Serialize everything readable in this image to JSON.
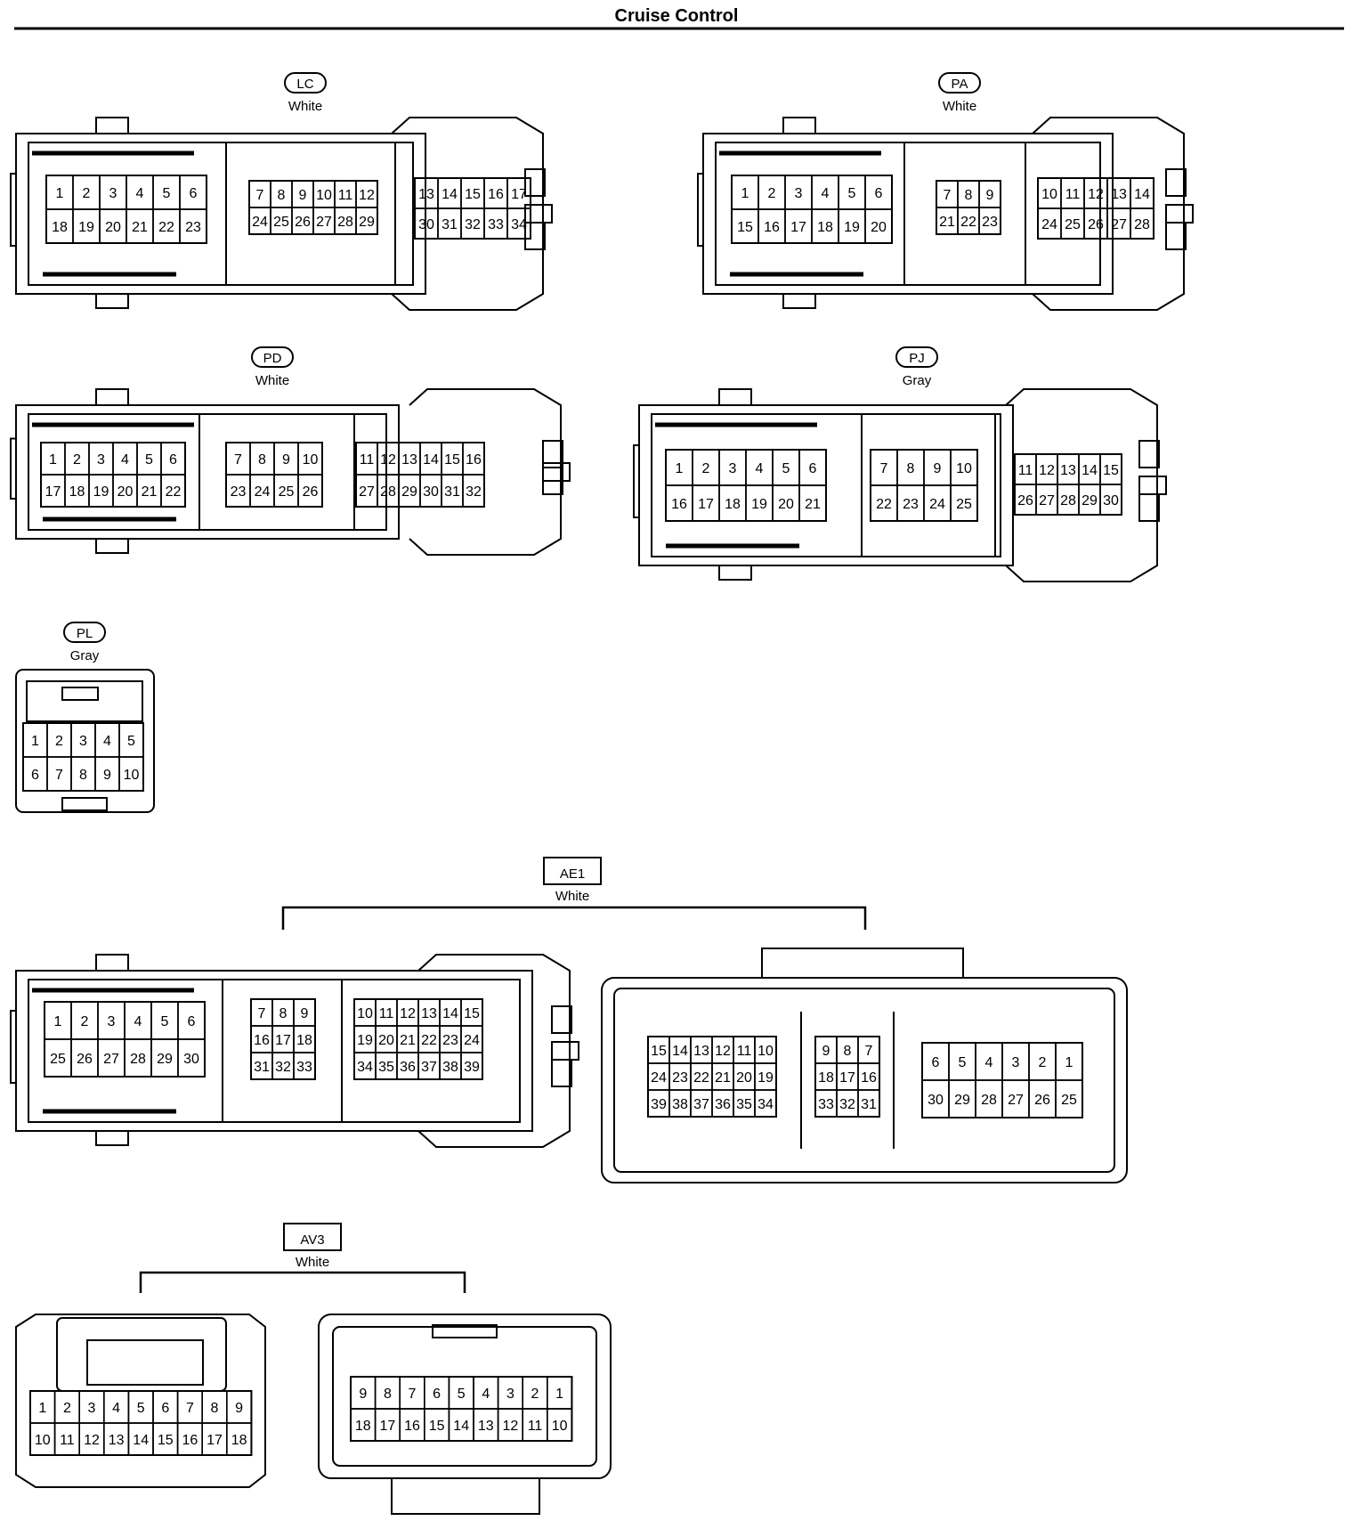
{
  "title": "Cruise Control",
  "connectors": [
    {
      "id": "LC",
      "kind": "oval",
      "color": "White",
      "sections": [
        {
          "rows": [
            [
              "1",
              "2",
              "3",
              "4",
              "5",
              "6"
            ],
            [
              "18",
              "19",
              "20",
              "21",
              "22",
              "23"
            ]
          ]
        },
        {
          "rows": [
            [
              "7",
              "8",
              "9",
              "10",
              "11",
              "12"
            ],
            [
              "24",
              "25",
              "26",
              "27",
              "28",
              "29"
            ]
          ]
        },
        {
          "rows": [
            [
              "13",
              "14",
              "15",
              "16",
              "17"
            ],
            [
              "30",
              "31",
              "32",
              "33",
              "34"
            ]
          ]
        }
      ]
    },
    {
      "id": "PA",
      "kind": "oval",
      "color": "White",
      "sections": [
        {
          "rows": [
            [
              "1",
              "2",
              "3",
              "4",
              "5",
              "6"
            ],
            [
              "15",
              "16",
              "17",
              "18",
              "19",
              "20"
            ]
          ]
        },
        {
          "rows": [
            [
              "7",
              "8",
              "9"
            ],
            [
              "21",
              "22",
              "23"
            ]
          ]
        },
        {
          "rows": [
            [
              "10",
              "11",
              "12",
              "13",
              "14"
            ],
            [
              "24",
              "25",
              "26",
              "27",
              "28"
            ]
          ]
        }
      ]
    },
    {
      "id": "PD",
      "kind": "oval",
      "color": "White",
      "sections": [
        {
          "rows": [
            [
              "1",
              "2",
              "3",
              "4",
              "5",
              "6"
            ],
            [
              "17",
              "18",
              "19",
              "20",
              "21",
              "22"
            ]
          ]
        },
        {
          "rows": [
            [
              "7",
              "8",
              "9",
              "10"
            ],
            [
              "23",
              "24",
              "25",
              "26"
            ]
          ]
        },
        {
          "rows": [
            [
              "11",
              "12",
              "13",
              "14",
              "15",
              "16"
            ],
            [
              "27",
              "28",
              "29",
              "30",
              "31",
              "32"
            ]
          ]
        }
      ]
    },
    {
      "id": "PJ",
      "kind": "oval",
      "color": "Gray",
      "sections": [
        {
          "rows": [
            [
              "1",
              "2",
              "3",
              "4",
              "5",
              "6"
            ],
            [
              "16",
              "17",
              "18",
              "19",
              "20",
              "21"
            ]
          ]
        },
        {
          "rows": [
            [
              "7",
              "8",
              "9",
              "10"
            ],
            [
              "22",
              "23",
              "24",
              "25"
            ]
          ]
        },
        {
          "rows": [
            [
              "11",
              "12",
              "13",
              "14",
              "15"
            ],
            [
              "26",
              "27",
              "28",
              "29",
              "30"
            ]
          ]
        }
      ]
    },
    {
      "id": "PL",
      "kind": "oval",
      "color": "Gray",
      "sections": [
        {
          "rows": [
            [
              "1",
              "2",
              "3",
              "4",
              "5"
            ],
            [
              "6",
              "7",
              "8",
              "9",
              "10"
            ]
          ]
        }
      ]
    },
    {
      "id": "AE1",
      "kind": "box",
      "color": "White",
      "sections": [
        {
          "rows": [
            [
              "1",
              "2",
              "3",
              "4",
              "5",
              "6"
            ],
            [
              "25",
              "26",
              "27",
              "28",
              "29",
              "30"
            ]
          ]
        },
        {
          "rows": [
            [
              "7",
              "8",
              "9"
            ],
            [
              "16",
              "17",
              "18"
            ],
            [
              "31",
              "32",
              "33"
            ]
          ]
        },
        {
          "rows": [
            [
              "10",
              "11",
              "12",
              "13",
              "14",
              "15"
            ],
            [
              "19",
              "20",
              "21",
              "22",
              "23",
              "24"
            ],
            [
              "34",
              "35",
              "36",
              "37",
              "38",
              "39"
            ]
          ]
        },
        {
          "rows": [
            [
              "15",
              "14",
              "13",
              "12",
              "11",
              "10"
            ],
            [
              "24",
              "23",
              "22",
              "21",
              "20",
              "19"
            ],
            [
              "39",
              "38",
              "37",
              "36",
              "35",
              "34"
            ]
          ]
        },
        {
          "rows": [
            [
              "9",
              "8",
              "7"
            ],
            [
              "18",
              "17",
              "16"
            ],
            [
              "33",
              "32",
              "31"
            ]
          ]
        },
        {
          "rows": [
            [
              "6",
              "5",
              "4",
              "3",
              "2",
              "1"
            ],
            [
              "30",
              "29",
              "28",
              "27",
              "26",
              "25"
            ]
          ]
        }
      ]
    },
    {
      "id": "AV3",
      "kind": "box",
      "color": "White",
      "sections": [
        {
          "rows": [
            [
              "1",
              "2",
              "3",
              "4",
              "5",
              "6",
              "7",
              "8",
              "9"
            ],
            [
              "10",
              "11",
              "12",
              "13",
              "14",
              "15",
              "16",
              "17",
              "18"
            ]
          ]
        },
        {
          "rows": [
            [
              "9",
              "8",
              "7",
              "6",
              "5",
              "4",
              "3",
              "2",
              "1"
            ],
            [
              "18",
              "17",
              "16",
              "15",
              "14",
              "13",
              "12",
              "11",
              "10"
            ]
          ]
        }
      ]
    }
  ]
}
